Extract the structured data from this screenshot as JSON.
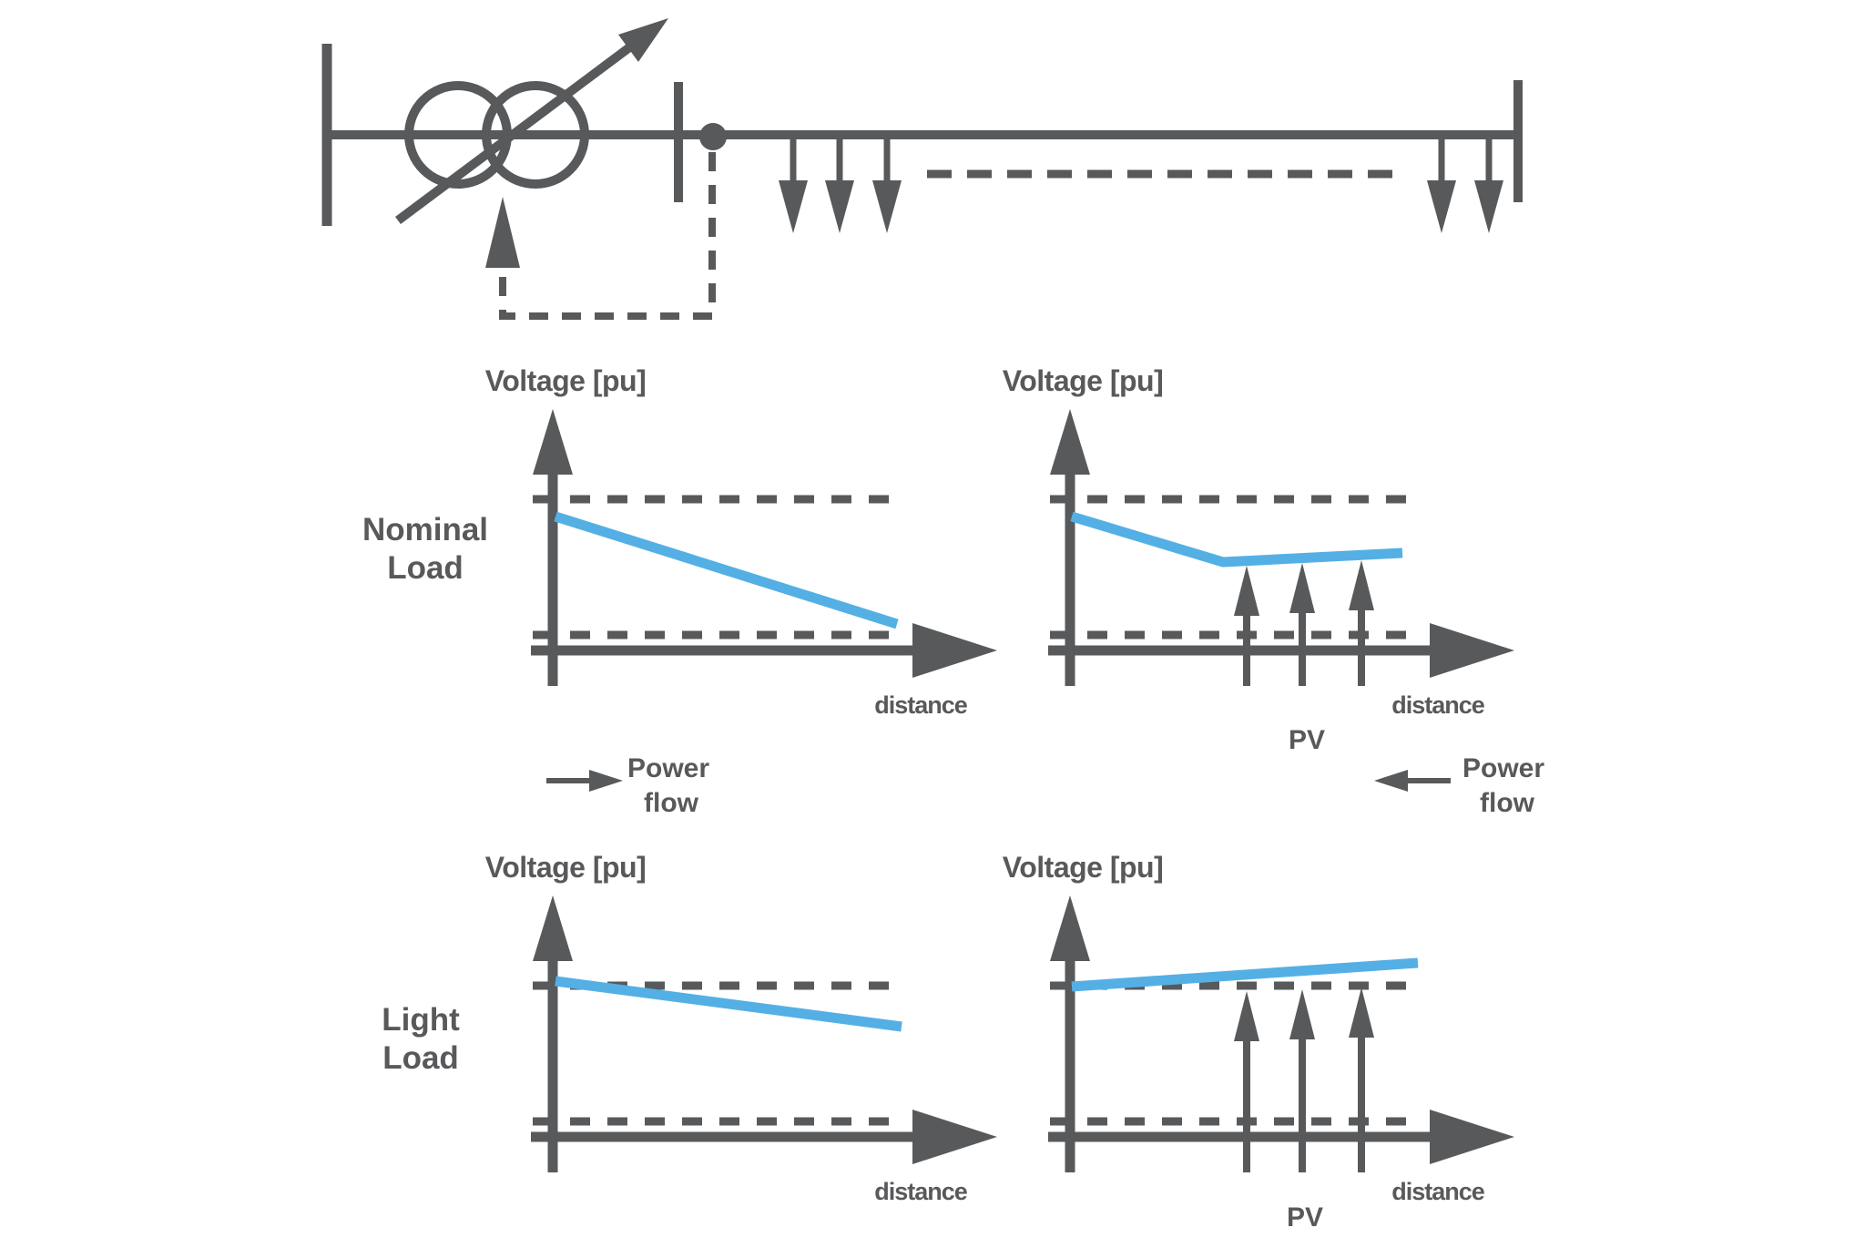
{
  "colors": {
    "gray": "#58595B",
    "blue": "#54B0E4",
    "bg": "#FFFFFF"
  },
  "labels": {
    "voltage_axis": "Voltage [pu]",
    "distance_axis": "distance",
    "pv": "PV",
    "power_flow_line1": "Power",
    "power_flow_line2": "flow",
    "nominal_line1": "Nominal",
    "nominal_line2": "Load",
    "light_line1": "Light",
    "light_line2": "Load"
  },
  "icons": {
    "oltc_transformer": "two overlapping circles crossed by diagonal tap-changer arrow",
    "tap_control_arrow": "solid upward triangle under transformer fed by dashed control signal",
    "measurement_node": "filled dot on feeder after MV busbar",
    "load_arrows": "downward arrows tapping the feeder (3 near start, 2 near end)",
    "pv_injection_arrows": "upward arrows injecting into voltage profile",
    "power_flow_forward": "right-pointing arrow",
    "power_flow_reverse": "left-pointing arrow"
  },
  "chart_data": [
    {
      "type": "line",
      "title": "Nominal Load, no PV",
      "xlabel": "distance",
      "ylabel": "Voltage [pu]",
      "units": "normalized: v=0 at lower dashed limit, v=1 at upper dashed limit; x=0 at bus, x=1 at feeder end",
      "series": [
        {
          "name": "voltage profile",
          "points": [
            {
              "x": 0.0,
              "v": 0.87
            },
            {
              "x": 0.95,
              "v": 0.08
            }
          ]
        }
      ],
      "limits": {
        "upper_dashed": 1.0,
        "lower_dashed": 0.0
      },
      "grid": false
    },
    {
      "type": "line",
      "title": "Nominal Load, with PV",
      "xlabel": "distance",
      "ylabel": "Voltage [pu]",
      "units": "normalized as above",
      "series": [
        {
          "name": "voltage profile",
          "points": [
            {
              "x": 0.0,
              "v": 0.87
            },
            {
              "x": 0.42,
              "v": 0.54
            },
            {
              "x": 0.92,
              "v": 0.6
            }
          ]
        }
      ],
      "pv_arrow_x": [
        0.49,
        0.64,
        0.81
      ],
      "limits": {
        "upper_dashed": 1.0,
        "lower_dashed": 0.0
      },
      "grid": false
    },
    {
      "type": "line",
      "title": "Light Load, no PV",
      "xlabel": "distance",
      "ylabel": "Voltage [pu]",
      "units": "normalized as above",
      "series": [
        {
          "name": "voltage profile",
          "points": [
            {
              "x": 0.0,
              "v": 1.03
            },
            {
              "x": 0.96,
              "v": 0.7
            }
          ]
        }
      ],
      "limits": {
        "upper_dashed": 1.0,
        "lower_dashed": 0.0
      },
      "grid": false
    },
    {
      "type": "line",
      "title": "Light Load, with PV",
      "xlabel": "distance",
      "ylabel": "Voltage [pu]",
      "units": "normalized as above",
      "series": [
        {
          "name": "voltage profile",
          "points": [
            {
              "x": 0.0,
              "v": 0.99
            },
            {
              "x": 0.96,
              "v": 1.17
            }
          ]
        }
      ],
      "pv_arrow_x": [
        0.49,
        0.64,
        0.81
      ],
      "limits": {
        "upper_dashed": 1.0,
        "lower_dashed": 0.0
      },
      "grid": false
    }
  ]
}
